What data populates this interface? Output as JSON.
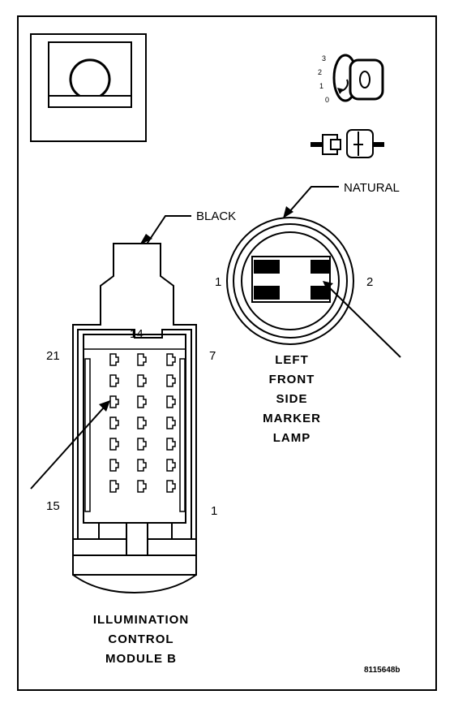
{
  "connector_main": {
    "color_label": "BLACK",
    "pin_top": "14",
    "pin_top_left": "21",
    "pin_top_right": "7",
    "pin_bottom_left": "15",
    "pin_bottom_right": "1",
    "name_lines": [
      "ILLUMINATION",
      "CONTROL",
      "MODULE B"
    ]
  },
  "connector_lamp": {
    "color_label": "NATURAL",
    "pin_left": "1",
    "pin_right": "2",
    "name_lines": [
      "LEFT",
      "FRONT",
      "SIDE",
      "MARKER",
      "LAMP"
    ]
  },
  "ignition_positions": [
    "3",
    "2",
    "1",
    "0"
  ],
  "figure_code": "8115648b"
}
